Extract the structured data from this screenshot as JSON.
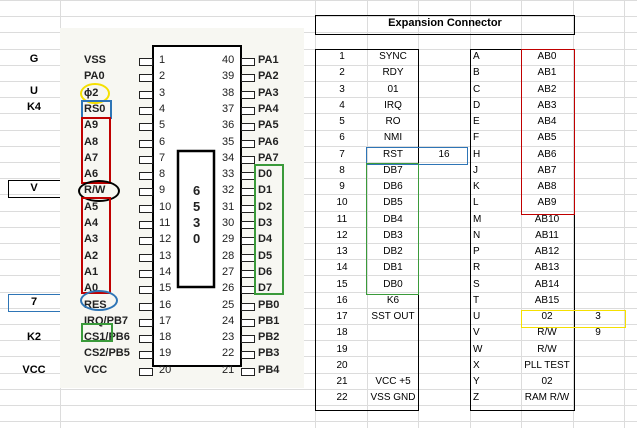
{
  "left_labels": [
    {
      "text": "G"
    },
    {
      "text": "U"
    },
    {
      "text": "K4"
    },
    {
      "text": "V"
    },
    {
      "text": "7"
    },
    {
      "text": "K2"
    },
    {
      "text": "VCC"
    }
  ],
  "chip": {
    "name_chars": [
      "6",
      "5",
      "3",
      "0"
    ],
    "left_pins": [
      "VSS",
      "PA0",
      "ϕ2",
      "RS0",
      "A9",
      "A8",
      "A7",
      "A6",
      "R/W",
      "A5",
      "A4",
      "A3",
      "A2",
      "A1",
      "A0",
      "RES",
      "IRQ/PB7",
      "CS1/PB6",
      "CS2/PB5",
      "VCC"
    ],
    "left_nums": [
      "1",
      "2",
      "3",
      "4",
      "5",
      "6",
      "7",
      "8",
      "9",
      "10",
      "11",
      "12",
      "13",
      "14",
      "15",
      "16",
      "17",
      "18",
      "19",
      "20"
    ],
    "right_pins": [
      "PA1",
      "PA2",
      "PA3",
      "PA4",
      "PA5",
      "PA6",
      "PA7",
      "D0",
      "D1",
      "D2",
      "D3",
      "D4",
      "D5",
      "D6",
      "D7",
      "PB0",
      "PB1",
      "PB2",
      "PB3",
      "PB4"
    ],
    "right_nums": [
      "40",
      "39",
      "38",
      "37",
      "36",
      "35",
      "34",
      "33",
      "32",
      "31",
      "30",
      "29",
      "28",
      "27",
      "26",
      "25",
      "24",
      "23",
      "22",
      "21"
    ]
  },
  "connector": {
    "title": "Expansion Connector",
    "rows": [
      {
        "num": "1",
        "sig": "SYNC",
        "extra": "",
        "letter": "A",
        "sig2": "AB0",
        "extra2": ""
      },
      {
        "num": "2",
        "sig": "RDY",
        "extra": "",
        "letter": "B",
        "sig2": "AB1",
        "extra2": ""
      },
      {
        "num": "3",
        "sig": "01",
        "extra": "",
        "letter": "C",
        "sig2": "AB2",
        "extra2": ""
      },
      {
        "num": "4",
        "sig": "IRQ",
        "extra": "",
        "letter": "D",
        "sig2": "AB3",
        "extra2": ""
      },
      {
        "num": "5",
        "sig": "RO",
        "extra": "",
        "letter": "E",
        "sig2": "AB4",
        "extra2": ""
      },
      {
        "num": "6",
        "sig": "NMI",
        "extra": "",
        "letter": "F",
        "sig2": "AB5",
        "extra2": ""
      },
      {
        "num": "7",
        "sig": "RST",
        "extra": "16",
        "letter": "H",
        "sig2": "AB6",
        "extra2": ""
      },
      {
        "num": "8",
        "sig": "DB7",
        "extra": "",
        "letter": "J",
        "sig2": "AB7",
        "extra2": ""
      },
      {
        "num": "9",
        "sig": "DB6",
        "extra": "",
        "letter": "K",
        "sig2": "AB8",
        "extra2": ""
      },
      {
        "num": "10",
        "sig": "DB5",
        "extra": "",
        "letter": "L",
        "sig2": "AB9",
        "extra2": ""
      },
      {
        "num": "11",
        "sig": "DB4",
        "extra": "",
        "letter": "M",
        "sig2": "AB10",
        "extra2": ""
      },
      {
        "num": "12",
        "sig": "DB3",
        "extra": "",
        "letter": "N",
        "sig2": "AB11",
        "extra2": ""
      },
      {
        "num": "13",
        "sig": "DB2",
        "extra": "",
        "letter": "P",
        "sig2": "AB12",
        "extra2": ""
      },
      {
        "num": "14",
        "sig": "DB1",
        "extra": "",
        "letter": "R",
        "sig2": "AB13",
        "extra2": ""
      },
      {
        "num": "15",
        "sig": "DB0",
        "extra": "",
        "letter": "S",
        "sig2": "AB14",
        "extra2": ""
      },
      {
        "num": "16",
        "sig": "K6",
        "extra": "",
        "letter": "T",
        "sig2": "AB15",
        "extra2": ""
      },
      {
        "num": "17",
        "sig": "SST OUT",
        "extra": "",
        "letter": "U",
        "sig2": "02",
        "extra2": "3"
      },
      {
        "num": "18",
        "sig": "",
        "extra": "",
        "letter": "V",
        "sig2": "R/W",
        "extra2": "9"
      },
      {
        "num": "19",
        "sig": "",
        "extra": "",
        "letter": "W",
        "sig2": "R/W",
        "extra2": ""
      },
      {
        "num": "20",
        "sig": "",
        "extra": "",
        "letter": "X",
        "sig2": "PLL TEST",
        "extra2": ""
      },
      {
        "num": "21",
        "sig": "VCC +5",
        "extra": "",
        "letter": "Y",
        "sig2": "02",
        "extra2": ""
      },
      {
        "num": "22",
        "sig": "VSS GND",
        "extra": "",
        "letter": "Z",
        "sig2": "RAM R/W",
        "extra2": ""
      }
    ]
  },
  "colors": {
    "red": "#c00000",
    "green": "#3a9a3a",
    "blue": "#2e75b6",
    "yellow": "#f5e000",
    "black": "#000000",
    "grid": "#dcdcdc"
  }
}
